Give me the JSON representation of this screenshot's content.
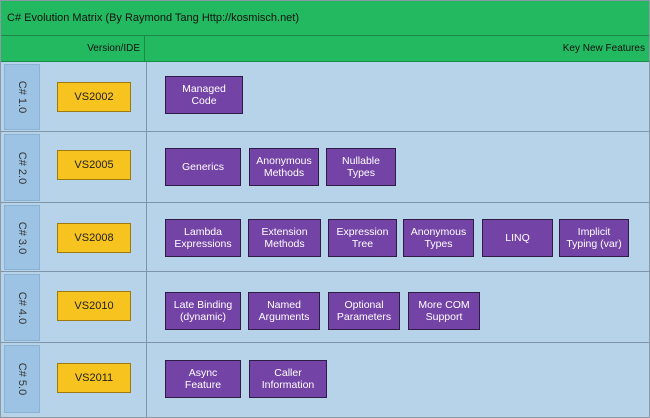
{
  "title": "C# Evolution Matrix (By Raymond Tang Http://kosmisch.net)",
  "headers": {
    "version": "Version/IDE",
    "features": "Key New Features"
  },
  "rows": [
    {
      "csharp": "C# 1.0",
      "ide": "VS2002",
      "features": [
        "Managed\nCode"
      ]
    },
    {
      "csharp": "C# 2.0",
      "ide": "VS2005",
      "features": [
        "Generics",
        "Anonymous\nMethods",
        "Nullable\nTypes"
      ]
    },
    {
      "csharp": "C# 3.0",
      "ide": "VS2008",
      "features": [
        "Lambda\nExpressions",
        "Extension\nMethods",
        "Expression\nTree",
        "Anonymous\nTypes",
        "LINQ",
        "Implicit\nTyping (var)"
      ]
    },
    {
      "csharp": "C# 4.0",
      "ide": "VS2010",
      "features": [
        "Late Binding\n(dynamic)",
        "Named\nArguments",
        "Optional\nParameters",
        "More COM\nSupport"
      ]
    },
    {
      "csharp": "C# 5.0",
      "ide": "VS2011",
      "features": [
        "Async\nFeature",
        "Caller\nInformation"
      ]
    }
  ]
}
